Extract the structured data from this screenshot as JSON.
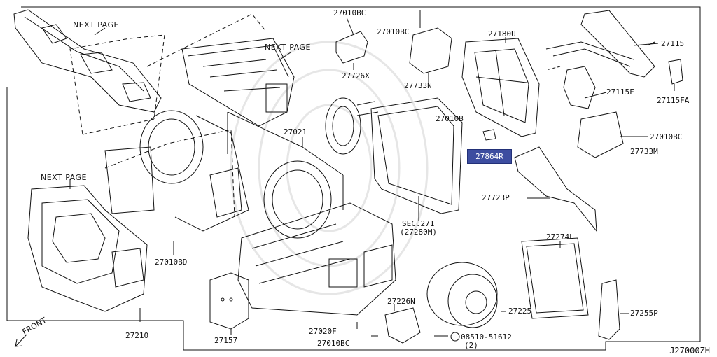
{
  "diagram": {
    "reference_code": "J27000ZH",
    "front_label": "FRONT",
    "next_page_labels": [
      "NEXT PAGE",
      "NEXT PAGE",
      "NEXT PAGE"
    ],
    "highlighted_part": "27864R",
    "highlight_color": "#3d4da0",
    "parts": [
      {
        "id": "p27010bc_top",
        "text": "27010BC"
      },
      {
        "id": "p27010bc_top2",
        "text": "27010BC"
      },
      {
        "id": "p27726x",
        "text": "27726X"
      },
      {
        "id": "p27733n",
        "text": "27733N"
      },
      {
        "id": "p27180u",
        "text": "27180U"
      },
      {
        "id": "p27115",
        "text": "27115"
      },
      {
        "id": "p27115f",
        "text": "27115F"
      },
      {
        "id": "p27115fa",
        "text": "27115FA"
      },
      {
        "id": "p27021",
        "text": "27021"
      },
      {
        "id": "p27010b",
        "text": "27010B"
      },
      {
        "id": "p27010bc_right",
        "text": "27010BC"
      },
      {
        "id": "p27733m",
        "text": "27733M"
      },
      {
        "id": "p27723p",
        "text": "27723P"
      },
      {
        "id": "psec271",
        "text": "SEC.271"
      },
      {
        "id": "p27280m",
        "text": "(27280M)"
      },
      {
        "id": "p27274l",
        "text": "27274L"
      },
      {
        "id": "p27010bd",
        "text": "27010BD"
      },
      {
        "id": "p27226n",
        "text": "27226N"
      },
      {
        "id": "p27225",
        "text": "27225"
      },
      {
        "id": "p27255p",
        "text": "27255P"
      },
      {
        "id": "p27210",
        "text": "27210"
      },
      {
        "id": "p27157",
        "text": "27157"
      },
      {
        "id": "p27020f",
        "text": "27020F"
      },
      {
        "id": "p27010bc_bottom",
        "text": "27010BC"
      },
      {
        "id": "p08510",
        "text": "08510-51612"
      },
      {
        "id": "p08510qty",
        "text": "(2)"
      }
    ]
  }
}
